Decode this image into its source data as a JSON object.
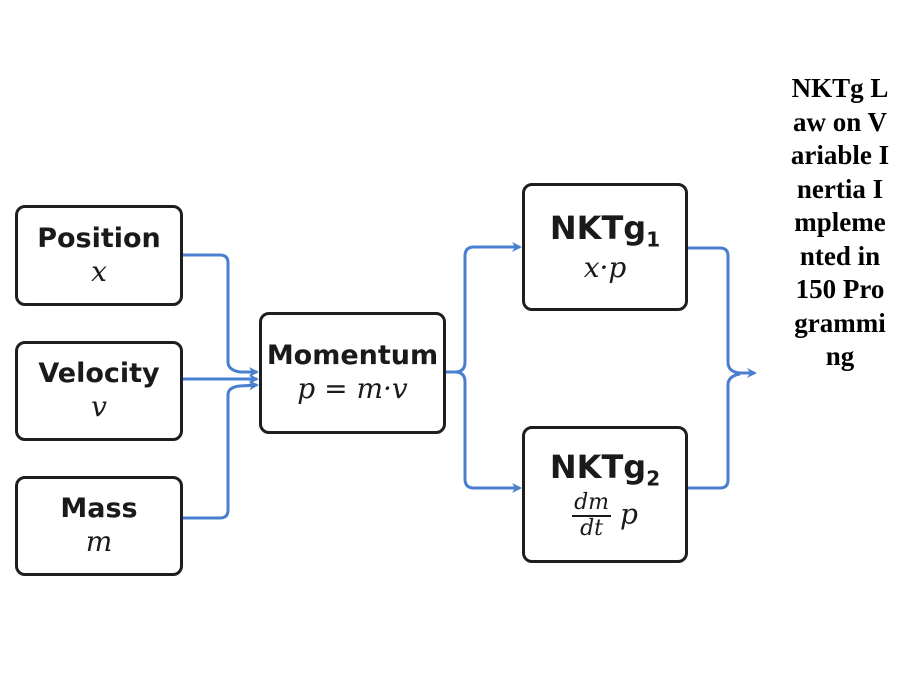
{
  "nodes": {
    "position": {
      "label": "Position",
      "symbol": "x"
    },
    "velocity": {
      "label": "Velocity",
      "symbol": "v"
    },
    "mass": {
      "label": "Mass",
      "symbol": "m"
    },
    "momentum": {
      "label": "Momentum",
      "formula": "p = m·v"
    },
    "nktg1": {
      "label": "NKTg",
      "subscript": "1",
      "formula": "x·p"
    },
    "nktg2": {
      "label": "NKTg",
      "subscript": "2",
      "frac_num": "dm",
      "frac_den": "dt",
      "formula_tail": "p"
    }
  },
  "title": "NKTg Law on Variable Inertia Implemented in 150 Programming",
  "colors": {
    "arrow": "#4a7fd0",
    "border": "#1e1e1e"
  }
}
